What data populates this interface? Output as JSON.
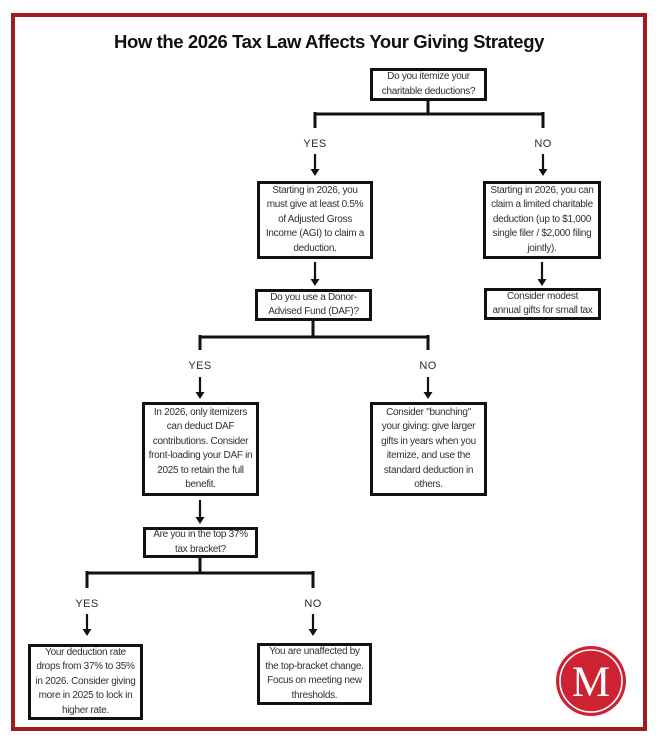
{
  "title": "How the 2026 Tax Law Affects Your Giving Strategy",
  "flowchart": {
    "q_itemize": "Do you itemize your\ncharitable deductions?",
    "branch_itemize_yes": "YES",
    "branch_itemize_no": "NO",
    "itemize_yes_result": "Starting in 2026, you\nmust give at least 0.5%\nof Adjusted Gross\nIncome (AGI) to claim a\ndeduction.",
    "itemize_no_result": "Starting in 2026, you can\nclaim a limited charitable\ndeduction (up to $1,000\nsingle filer / $2,000 filing\njointly).",
    "q_daf": "Do you use a Donor-\nAdvised Fund (DAF)?",
    "itemize_no_next": "Consider modest\nannual gifts for small tax",
    "branch_daf_yes": "YES",
    "branch_daf_no": "NO",
    "daf_yes_result": "In 2026, only itemizers\ncan deduct DAF\ncontributions. Consider\nfront-loading your DAF in\n2025 to retain the full\nbenefit.",
    "daf_no_result": "Consider \"bunching\"\nyour giving: give larger\ngifts in years when you\nitemize, and use the\nstandard deduction in\nothers.",
    "q_bracket": "Are you in the top 37%\ntax bracket?",
    "branch_bracket_yes": "YES",
    "branch_bracket_no": "NO",
    "bracket_yes_result": "Your deduction rate\ndrops from 37% to 35%\nin 2026. Consider giving\nmore in 2025 to lock in\nhigher rate.",
    "bracket_no_result": "You are unaffected by\nthe top-bracket change.\nFocus on meeting new\nthresholds."
  },
  "logo": {
    "monogram": "M"
  },
  "colors": {
    "frame_red": "#9e1b20",
    "logo_red": "#cd2232",
    "box_border": "#111111"
  }
}
